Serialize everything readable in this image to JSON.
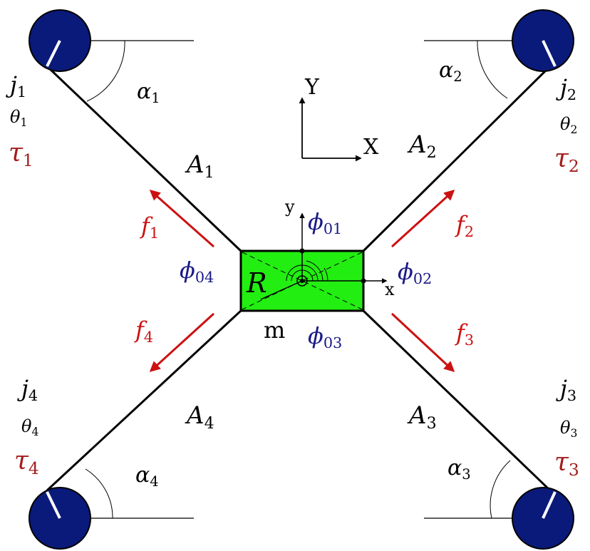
{
  "colors": {
    "cable": "#000000",
    "pulley": "#0a1a7a",
    "platform": "#22ee11",
    "force": "#cc1111",
    "torque": "#a31c1c",
    "angle_text": "#1a1a88"
  },
  "frames": {
    "global": {
      "x_label": "X",
      "y_label": "Y"
    },
    "local": {
      "x_label": "x",
      "y_label": "y"
    }
  },
  "platform": {
    "radius_label": "R",
    "mass_label": "m"
  },
  "attach_angles": [
    {
      "base": "ϕ",
      "sub": "01"
    },
    {
      "base": "ϕ",
      "sub": "02"
    },
    {
      "base": "ϕ",
      "sub": "03"
    },
    {
      "base": "ϕ",
      "sub": "04"
    }
  ],
  "joints": [
    {
      "j": "j",
      "theta": "θ",
      "tau": "τ",
      "alpha": "α",
      "A": "A",
      "f": "f",
      "sub": "1"
    },
    {
      "j": "j",
      "theta": "θ",
      "tau": "τ",
      "alpha": "α",
      "A": "A",
      "f": "f",
      "sub": "2"
    },
    {
      "j": "j",
      "theta": "θ",
      "tau": "τ",
      "alpha": "α",
      "A": "A",
      "f": "f",
      "sub": "3"
    },
    {
      "j": "j",
      "theta": "θ",
      "tau": "τ",
      "alpha": "α",
      "A": "A",
      "f": "f",
      "sub": "4"
    }
  ]
}
